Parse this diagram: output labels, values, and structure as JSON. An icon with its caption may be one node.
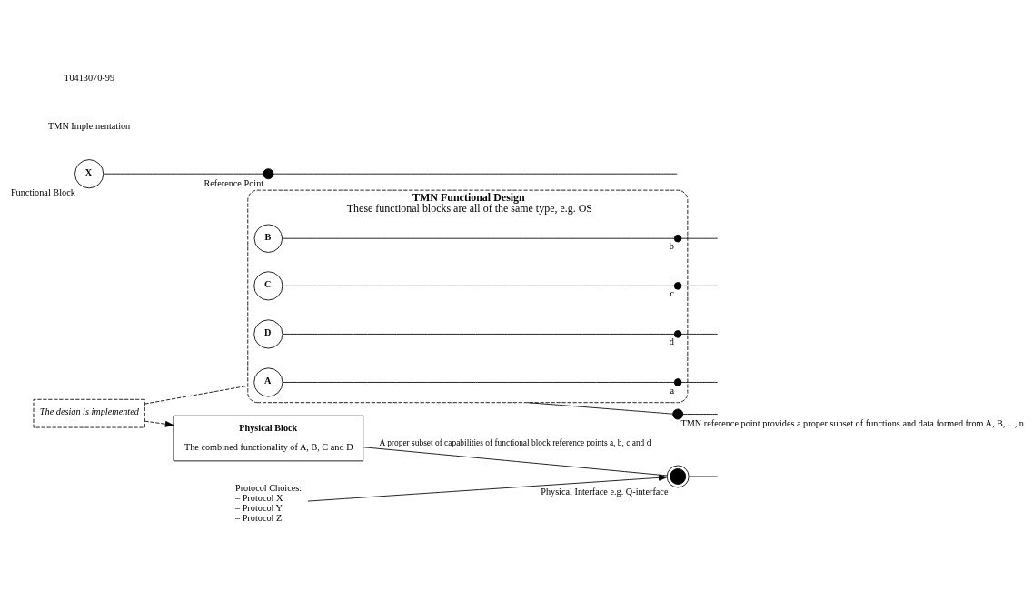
{
  "diagram": {
    "nodes": [
      {
        "text": [
          "TMN Functional Design",
          "These functional blocks are all of the same type, e.g. OS"
        ]
      },
      {
        "text": [
          "A"
        ],
        "in": 0
      },
      {
        "text": [],
        "shape": "circle",
        "in": 0,
        "beside": [
          "a"
        ]
      },
      {
        "text": [
          "B"
        ],
        "in": 0
      },
      {
        "text": [],
        "shape": "circle",
        "in": 0,
        "beside": [
          "b"
        ]
      },
      {
        "text": [
          "C"
        ],
        "in": 0
      },
      {
        "text": [],
        "shape": "circle",
        "in": 0,
        "beside": [
          "c"
        ]
      },
      {
        "text": [
          "D"
        ],
        "in": 0
      },
      {
        "text": [],
        "shape": "circle",
        "in": 0,
        "beside": [
          "d"
        ]
      },
      {
        "text": [],
        "shape": "circle",
        "beside": [
          "TMN reference point provides a proper subset of functions and data formed from A, B, ..., n"
        ]
      },
      {
        "text": [
          "The design is implemented"
        ]
      },
      {
        "text": [
          "Physical Block",
          "The combined functionality of A, B, C and D"
        ]
      },
      {
        "text": [],
        "shape": "circle",
        "beside": [
          "Physical Interface e.g. Q-interface"
        ]
      },
      {
        "text": [
          "Protocol Choices:",
          "– Protocol X",
          "– Protocol Y",
          "– Protocol Z"
        ]
      },
      {
        "text": [
          "X"
        ],
        "beside": [
          "Functional Block"
        ]
      },
      {
        "text": [],
        "shape": "circle",
        "beside": [
          "Reference Point"
        ]
      }
    ],
    "edges": [
      {
        "from": 1,
        "to": 2,
        "arrow": "none"
      },
      {
        "from": 2,
        "to": null,
        "arrow": "none"
      },
      {
        "from": 3,
        "to": 4,
        "arrow": "none"
      },
      {
        "from": 4,
        "to": null,
        "arrow": "none"
      },
      {
        "from": 5,
        "to": 6,
        "arrow": "none"
      },
      {
        "from": 6,
        "to": null,
        "arrow": "none"
      },
      {
        "from": 7,
        "to": 8,
        "arrow": "none"
      },
      {
        "from": 8,
        "to": null,
        "arrow": "none"
      },
      {
        "from": 0,
        "to": 9,
        "arrow": "none"
      },
      {
        "from": 9,
        "to": null,
        "arrow": "none"
      },
      {
        "from": 10,
        "to": 0,
        "arrow": "none",
        "style": "dashed"
      },
      {
        "from": 10,
        "to": 11,
        "arrow": "to",
        "style": "dashed"
      },
      {
        "from": 11,
        "to": 12,
        "arrow": "none",
        "label": "A proper subset of capabilities of functional block reference points a, b, c and d"
      },
      {
        "from": 12,
        "to": null,
        "arrow": "none"
      },
      {
        "from": 13,
        "to": 12,
        "arrow": "to"
      },
      {
        "from": 14,
        "to": 15,
        "arrow": "none"
      },
      {
        "from": 15,
        "to": null,
        "arrow": "none"
      }
    ],
    "labels": [
      "TMN Implementation",
      "T0413070-99"
    ]
  }
}
